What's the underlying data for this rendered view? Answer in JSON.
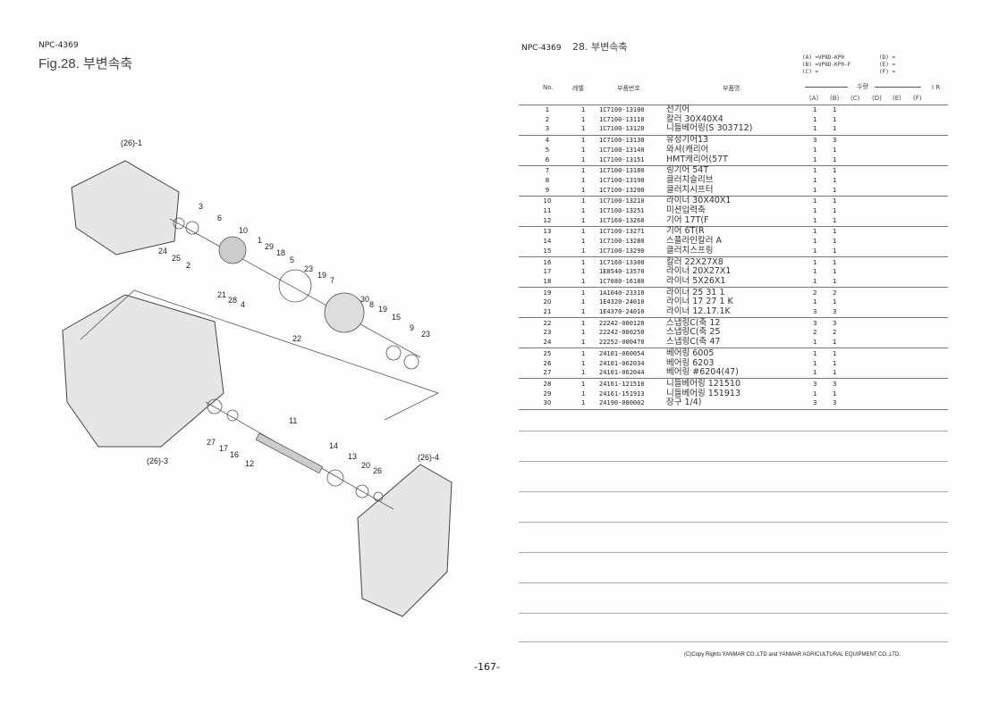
{
  "left_page": {
    "doc_code": "NPC-4369",
    "fig_title": "Fig.28.  부변속축",
    "page_number": "-167-"
  },
  "right_page": {
    "doc_code": "NPC-4369",
    "section_title": "28.  부변속축",
    "legend": [
      "(A) =VP8D-KP0",
      "(B) =VP8D-KP0-F",
      "(C) =",
      "(D) =",
      "(E) =",
      "(F) ="
    ],
    "headers": {
      "no": "No.",
      "level": "레벨",
      "part_no": "부품번호",
      "part_name": "부품명",
      "qty": "수량",
      "ir": "I  R",
      "cols": [
        "(A)",
        "(B)",
        "(C)",
        "(D)",
        "(E)",
        "(F)"
      ]
    },
    "rows": [
      {
        "no": "1",
        "lv": "1",
        "pn": "1C7100-13100",
        "name": "선기어",
        "a": "1",
        "b": "1"
      },
      {
        "no": "2",
        "lv": "1",
        "pn": "1C7100-13110",
        "name": "칼러 30X40X4",
        "a": "1",
        "b": "1"
      },
      {
        "no": "3",
        "lv": "1",
        "pn": "1C7100-13120",
        "name": "니들베어링(S 303712)",
        "a": "1",
        "b": "1"
      },
      {
        "no": "4",
        "lv": "1",
        "pn": "1C7100-13130",
        "name": "유성기어13",
        "a": "3",
        "b": "3"
      },
      {
        "no": "5",
        "lv": "1",
        "pn": "1C7100-13140",
        "name": "와셔(캐리어",
        "a": "1",
        "b": "1"
      },
      {
        "no": "6",
        "lv": "1",
        "pn": "1C7100-13151",
        "name": "HMT캐리어(57T",
        "a": "1",
        "b": "1"
      },
      {
        "no": "7",
        "lv": "1",
        "pn": "1C7100-13180",
        "name": "링기어 54T",
        "a": "1",
        "b": "1"
      },
      {
        "no": "8",
        "lv": "1",
        "pn": "1C7100-13190",
        "name": "클러치슬리브",
        "a": "1",
        "b": "1"
      },
      {
        "no": "9",
        "lv": "1",
        "pn": "1C7100-13200",
        "name": "클러치시프터",
        "a": "1",
        "b": "1"
      },
      {
        "no": "10",
        "lv": "1",
        "pn": "1C7100-13210",
        "name": "라이너 30X40X1",
        "a": "1",
        "b": "1"
      },
      {
        "no": "11",
        "lv": "1",
        "pn": "1C7100-13251",
        "name": "미션입력축",
        "a": "1",
        "b": "1"
      },
      {
        "no": "12",
        "lv": "1",
        "pn": "1C7160-13260",
        "name": "기어 17T(F",
        "a": "1",
        "b": "1"
      },
      {
        "no": "13",
        "lv": "1",
        "pn": "1C7100-13271",
        "name": "기어 6T(R",
        "a": "1",
        "b": "1"
      },
      {
        "no": "14",
        "lv": "1",
        "pn": "1C7100-13280",
        "name": "스플라인칼러 A",
        "a": "1",
        "b": "1"
      },
      {
        "no": "15",
        "lv": "1",
        "pn": "1C7100-13290",
        "name": "클러치스프링",
        "a": "1",
        "b": "1"
      },
      {
        "no": "16",
        "lv": "1",
        "pn": "1C7160-13300",
        "name": "칼러 22X27X8",
        "a": "1",
        "b": "1"
      },
      {
        "no": "17",
        "lv": "1",
        "pn": "1E8540-13570",
        "name": "라이너 20X27X1",
        "a": "1",
        "b": "1"
      },
      {
        "no": "18",
        "lv": "1",
        "pn": "1C7080-16180",
        "name": "라이너 5X26X1",
        "a": "1",
        "b": "1"
      },
      {
        "no": "19",
        "lv": "1",
        "pn": "1A1040-23310",
        "name": "라이너 25 31 1",
        "a": "2",
        "b": "2"
      },
      {
        "no": "20",
        "lv": "1",
        "pn": "1E4320-24010",
        "name": "라이너 17 27 1 K",
        "a": "1",
        "b": "1"
      },
      {
        "no": "21",
        "lv": "1",
        "pn": "1E4370-24010",
        "name": "라이너 12.17.1K",
        "a": "3",
        "b": "3"
      },
      {
        "no": "22",
        "lv": "1",
        "pn": "22242-000120",
        "name": "스냅링C(축  12",
        "a": "3",
        "b": "3"
      },
      {
        "no": "23",
        "lv": "1",
        "pn": "22242-000250",
        "name": "스냅링C(축  25",
        "a": "2",
        "b": "2"
      },
      {
        "no": "24",
        "lv": "1",
        "pn": "22252-000470",
        "name": "스냅링C(축  47",
        "a": "1",
        "b": "1"
      },
      {
        "no": "25",
        "lv": "1",
        "pn": "24101-060054",
        "name": "베어링 6005",
        "a": "1",
        "b": "1"
      },
      {
        "no": "26",
        "lv": "1",
        "pn": "24101-062034",
        "name": "베어링 6203",
        "a": "1",
        "b": "1"
      },
      {
        "no": "27",
        "lv": "1",
        "pn": "24101-062044",
        "name": "베어링 #6204(47)",
        "a": "1",
        "b": "1"
      },
      {
        "no": "28",
        "lv": "1",
        "pn": "24161-121510",
        "name": "니들베어링 121510",
        "a": "3",
        "b": "3"
      },
      {
        "no": "29",
        "lv": "1",
        "pn": "24161-151913",
        "name": "니들베어링 151913",
        "a": "1",
        "b": "1"
      },
      {
        "no": "30",
        "lv": "1",
        "pn": "24190-080002",
        "name": "장구 1/4)",
        "a": "3",
        "b": "3"
      }
    ],
    "copyright": "(C)Copy Rights  YANMAR CO.,LTD and YANMAR AGRICULTURAL EQUIPMENT CO.,LTD."
  },
  "diagram_callouts": [
    "(26)-1",
    "3",
    "6",
    "10",
    "1",
    "29",
    "18",
    "5",
    "23",
    "19",
    "7",
    "24",
    "25",
    "2",
    "21",
    "28",
    "4",
    "22",
    "30",
    "8",
    "19",
    "15",
    "9",
    "23",
    "11",
    "14",
    "13",
    "20",
    "26",
    "27",
    "17",
    "16",
    "12",
    "(26)-3",
    "(26)-4"
  ]
}
